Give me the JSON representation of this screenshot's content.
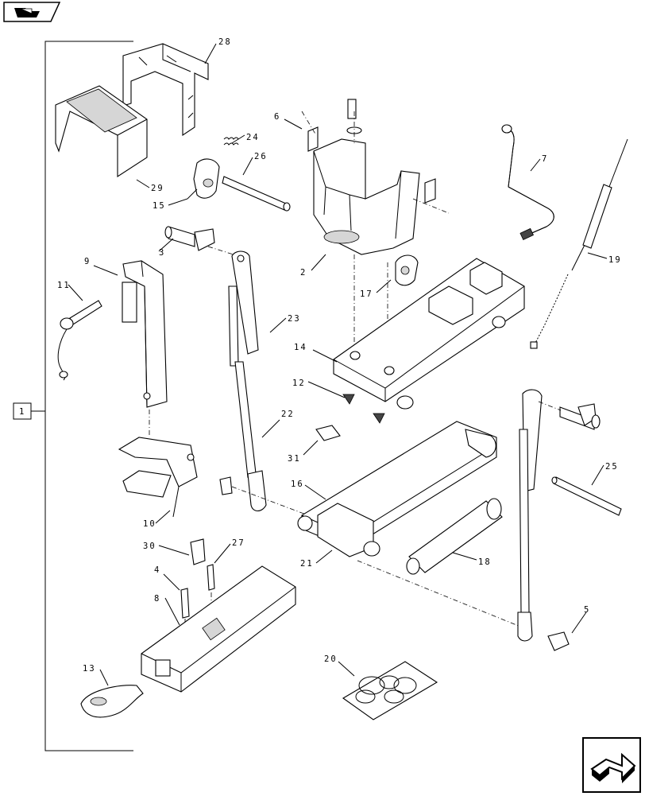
{
  "nav": {
    "top_icon": "exploded-view-back-icon",
    "bottom_icon": "next-page-arrow-icon"
  },
  "group": {
    "label": "1"
  },
  "callouts": [
    {
      "n": "28",
      "label": "28"
    },
    {
      "n": "29",
      "label": "29"
    },
    {
      "n": "6",
      "label": "6"
    },
    {
      "n": "24",
      "label": "24"
    },
    {
      "n": "26",
      "label": "26"
    },
    {
      "n": "15",
      "label": "15"
    },
    {
      "n": "7",
      "label": "7"
    },
    {
      "n": "19",
      "label": "19"
    },
    {
      "n": "3",
      "label": "3"
    },
    {
      "n": "2",
      "label": "2"
    },
    {
      "n": "9",
      "label": "9"
    },
    {
      "n": "11",
      "label": "11"
    },
    {
      "n": "17",
      "label": "17"
    },
    {
      "n": "23",
      "label": "23"
    },
    {
      "n": "14",
      "label": "14"
    },
    {
      "n": "12",
      "label": "12"
    },
    {
      "n": "22",
      "label": "22"
    },
    {
      "n": "31",
      "label": "31"
    },
    {
      "n": "25",
      "label": "25"
    },
    {
      "n": "16",
      "label": "16"
    },
    {
      "n": "10",
      "label": "10"
    },
    {
      "n": "30",
      "label": "30"
    },
    {
      "n": "27",
      "label": "27"
    },
    {
      "n": "21",
      "label": "21"
    },
    {
      "n": "18",
      "label": "18"
    },
    {
      "n": "4",
      "label": "4"
    },
    {
      "n": "8",
      "label": "8"
    },
    {
      "n": "5",
      "label": "5"
    },
    {
      "n": "20",
      "label": "20"
    },
    {
      "n": "13",
      "label": "13"
    }
  ]
}
